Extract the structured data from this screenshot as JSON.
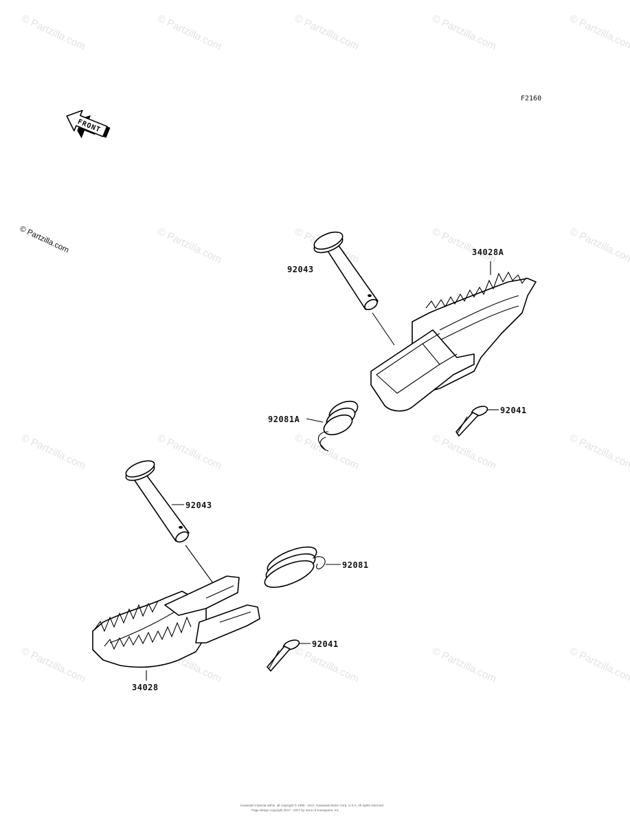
{
  "figure_code": "F2160",
  "front_arrow_text": "FRONT",
  "copyright_text": "© Partzilla.com",
  "watermark_text": "© Partzilla.com",
  "callouts": {
    "clevis_pin_upper": "92043",
    "footpeg_upper": "34028A",
    "spring_upper": "92081A",
    "cotter_pin_upper": "92041",
    "clevis_pin_lower": "92043",
    "spring_lower": "92081",
    "cotter_pin_lower": "92041",
    "footpeg_lower": "34028"
  },
  "footer": {
    "line1": "Kawasaki material within, all copyright © 1995 - 2017, Kawasaki Motor Corp. U.S.A. All rights reserved.",
    "line2": "Page design copyright 2017 - 2017 by Sons of Kuwayama, Inc."
  }
}
